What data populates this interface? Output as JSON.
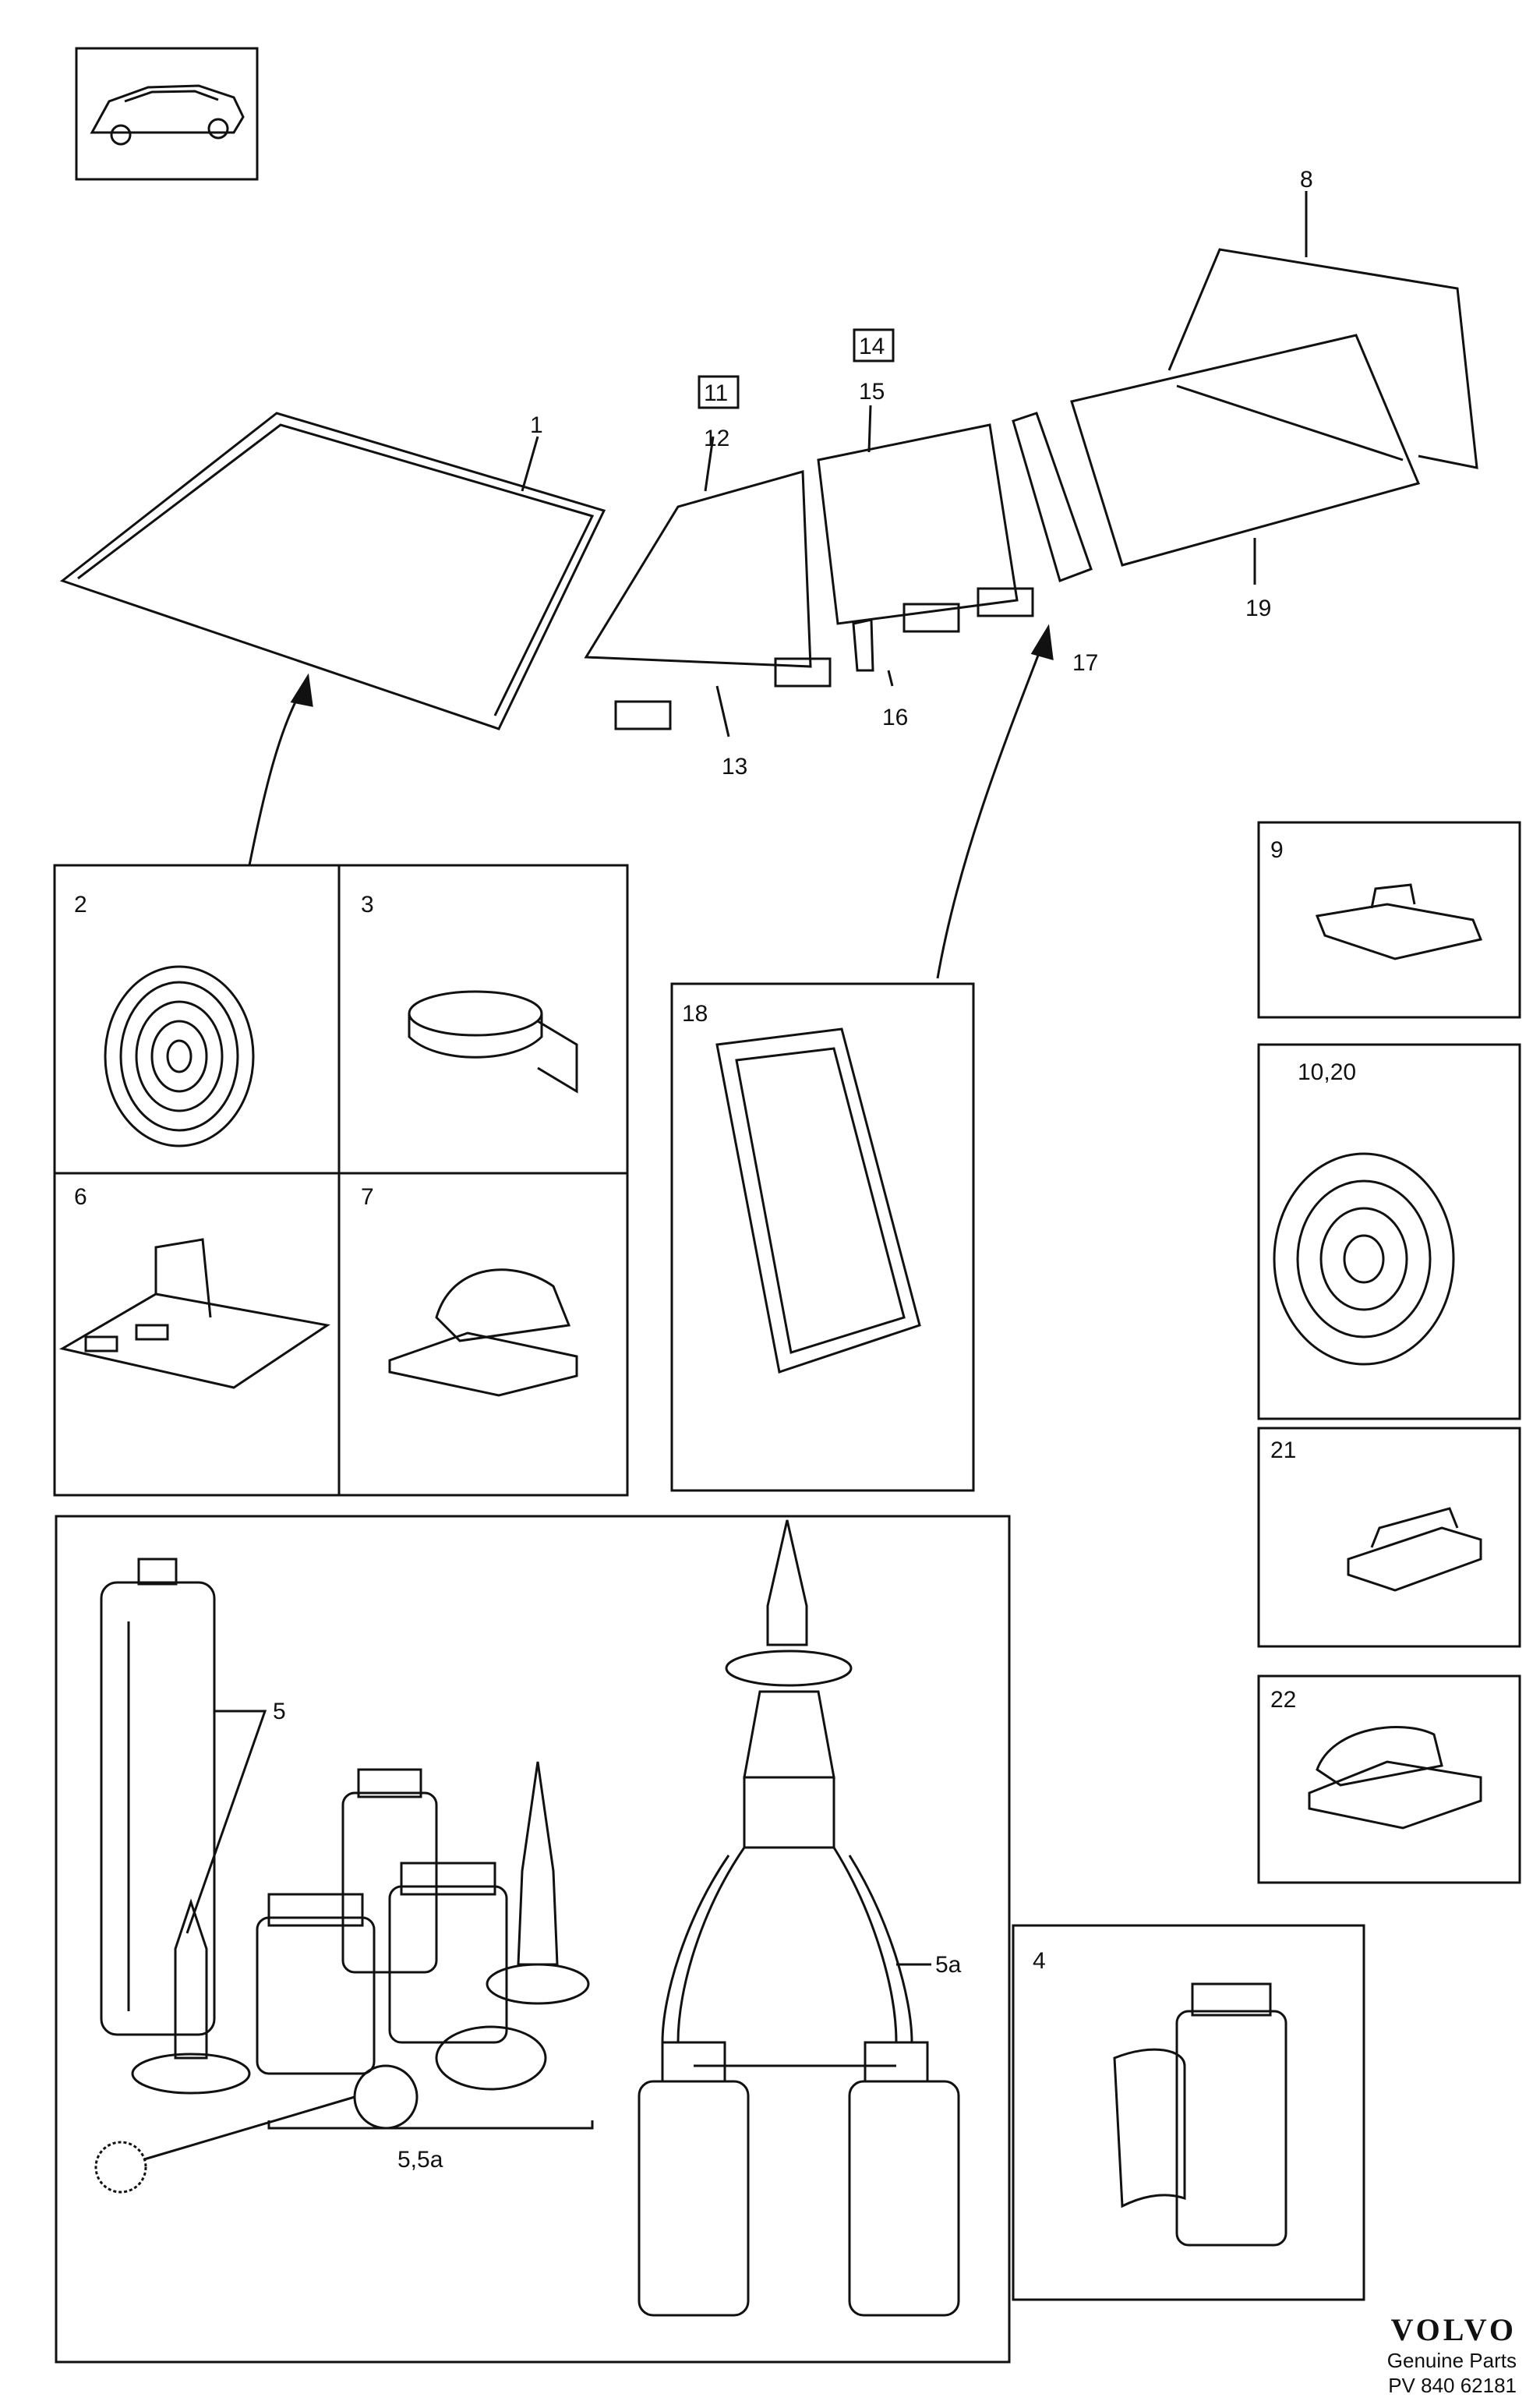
{
  "callouts": {
    "c1": "1",
    "c8": "8",
    "c11": "11",
    "c12": "12",
    "c13": "13",
    "c14": "14",
    "c15": "15",
    "c16": "16",
    "c17": "17",
    "c19": "19"
  },
  "panels": {
    "p2": "2",
    "p3": "3",
    "p6": "6",
    "p7": "7",
    "p18": "18",
    "p9": "9",
    "p10": "10,20",
    "p21": "21",
    "p22": "22",
    "p5": "5",
    "p5a": "5a",
    "p55a": "5,5a",
    "p4": "4"
  },
  "brand": {
    "name": "VOLVO",
    "subtitle": "Genuine Parts",
    "code": "PV 840 62181"
  }
}
